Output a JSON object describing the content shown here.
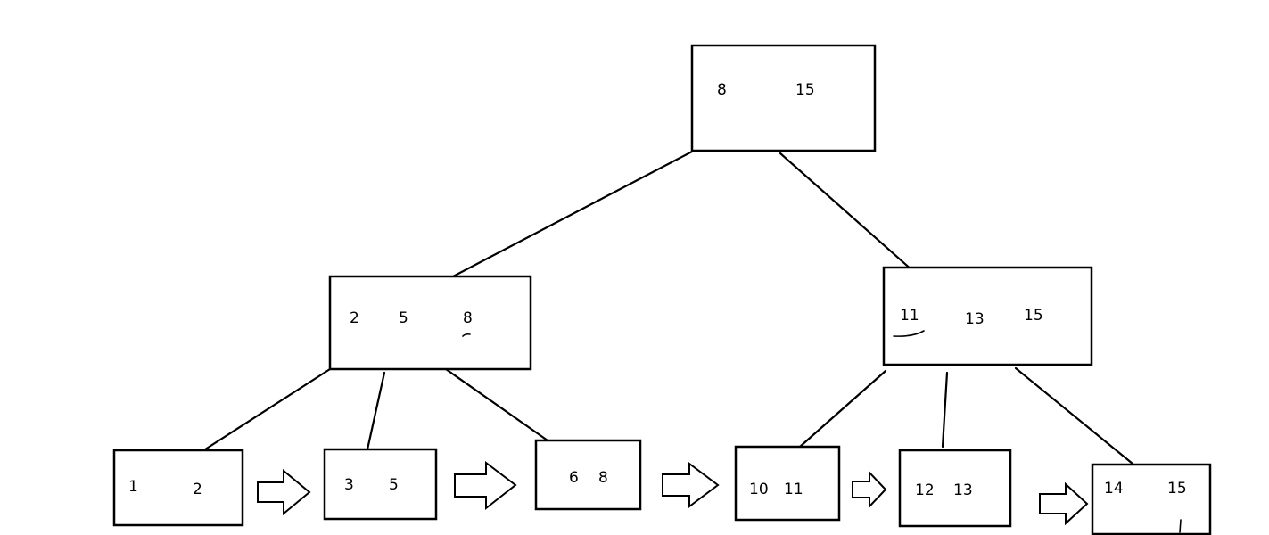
{
  "nodes": {
    "root": {
      "keys": [
        "8",
        "15"
      ]
    },
    "left": {
      "keys": [
        "2",
        "5",
        "8"
      ]
    },
    "right": {
      "keys": [
        "11",
        "13",
        "15"
      ]
    },
    "leaf1": {
      "keys": [
        "1",
        "2"
      ]
    },
    "leaf2": {
      "keys": [
        "3",
        "5"
      ]
    },
    "leaf3": {
      "keys": [
        "6",
        "8"
      ]
    },
    "leaf4": {
      "keys": [
        "10",
        "11"
      ]
    },
    "leaf5": {
      "keys": [
        "12",
        "13"
      ]
    },
    "leaf6": {
      "keys": [
        "14",
        "15"
      ]
    }
  }
}
